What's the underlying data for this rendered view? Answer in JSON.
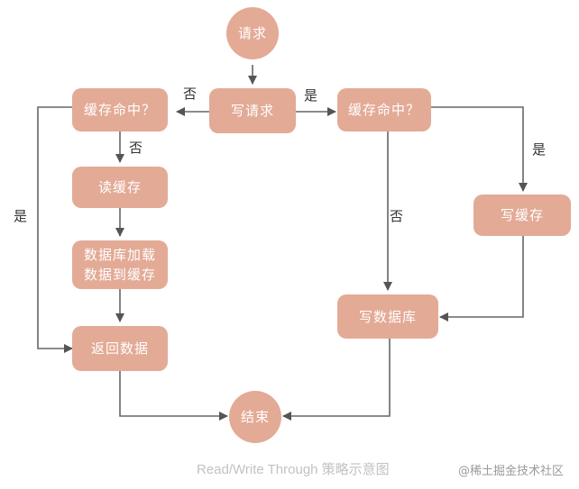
{
  "nodes": {
    "request": "请求",
    "write_request": "写请求",
    "cache_hit_left": "缓存命中？",
    "cache_hit_right": "缓存命中？",
    "read_cache": "读缓存",
    "db_load_line1": "数据库加载",
    "db_load_line2": "数据到缓存",
    "return_data": "返回数据",
    "write_cache": "写缓存",
    "write_db": "写数据库",
    "end": "结束"
  },
  "labels": {
    "no_to_left": "否",
    "yes_to_right": "是",
    "no_down_left": "否",
    "yes_left_bypass": "是",
    "yes_to_write_cache": "是",
    "no_to_write_db": "否"
  },
  "caption": "Read/Write Through 策略示意图",
  "watermark": "@稀土掘金技术社区",
  "colors": {
    "node_fill": "#e3aa96",
    "line": "#555555",
    "node_text": "#ffffff"
  }
}
